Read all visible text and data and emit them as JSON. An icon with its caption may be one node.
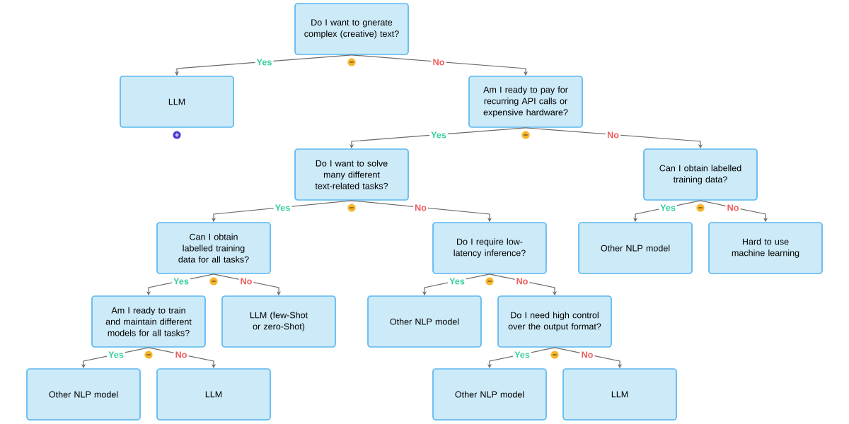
{
  "diagram": {
    "nodes": [
      {
        "text": [
          "Do I want to gnerate complex (creative) text?"
        ]
      },
      {
        "text": [
          "LLM"
        ]
      },
      {
        "text": [
          "Am I ready to pay for recurring API calls or expensive hardware?"
        ]
      },
      {
        "text": [
          "Do I want to solve many different text-related tasks?"
        ]
      },
      {
        "text": [
          "Can I obtain labelled training data?"
        ]
      },
      {
        "text": [
          "Can I obtain labelled training data for all tasks?"
        ]
      },
      {
        "text": [
          "Do I require low-latency inference?"
        ]
      },
      {
        "text": [
          "Other NLP model"
        ]
      },
      {
        "text": [
          "Hard to use machine learning"
        ]
      },
      {
        "text": [
          "Am I ready to train and maintain different models for all tasks?"
        ]
      },
      {
        "text": [
          "LLM (few-Shot or zero-Shot)"
        ]
      },
      {
        "text": [
          "Other NLP model"
        ]
      },
      {
        "text": [
          "Do I need high control over the output format?"
        ]
      },
      {
        "text": [
          "Other NLP model"
        ]
      },
      {
        "text": [
          "LLM"
        ]
      },
      {
        "text": [
          "Other NLP model"
        ]
      },
      {
        "text": [
          "LLM"
        ]
      }
    ],
    "edges": [
      {
        "from": 0,
        "to": 1,
        "arrow": "to",
        "label": "Yes"
      },
      {
        "from": 0,
        "to": 2,
        "arrow": "to",
        "label": "No"
      },
      {
        "from": 2,
        "to": 3,
        "arrow": "to",
        "label": "Yes"
      },
      {
        "from": 2,
        "to": 4,
        "arrow": "to",
        "label": "No"
      },
      {
        "from": 3,
        "to": 5,
        "arrow": "to",
        "label": "Yes"
      },
      {
        "from": 3,
        "to": 6,
        "arrow": "to",
        "label": "No"
      },
      {
        "from": 4,
        "to": 7,
        "arrow": "to",
        "label": "Yes"
      },
      {
        "from": 4,
        "to": 8,
        "arrow": "to",
        "label": "No"
      },
      {
        "from": 5,
        "to": 9,
        "arrow": "to",
        "label": "Yes"
      },
      {
        "from": 5,
        "to": 10,
        "arrow": "to",
        "label": "No"
      },
      {
        "from": 6,
        "to": 11,
        "arrow": "to",
        "label": "Yes"
      },
      {
        "from": 6,
        "to": 12,
        "arrow": "to",
        "label": "No"
      },
      {
        "from": 9,
        "to": 13,
        "arrow": "to",
        "label": "Yes"
      },
      {
        "from": 9,
        "to": 14,
        "arrow": "to",
        "label": "No"
      },
      {
        "from": 12,
        "to": 15,
        "arrow": "to",
        "label": "Yes"
      },
      {
        "from": 12,
        "to": 16,
        "arrow": "to",
        "label": "No"
      }
    ]
  }
}
